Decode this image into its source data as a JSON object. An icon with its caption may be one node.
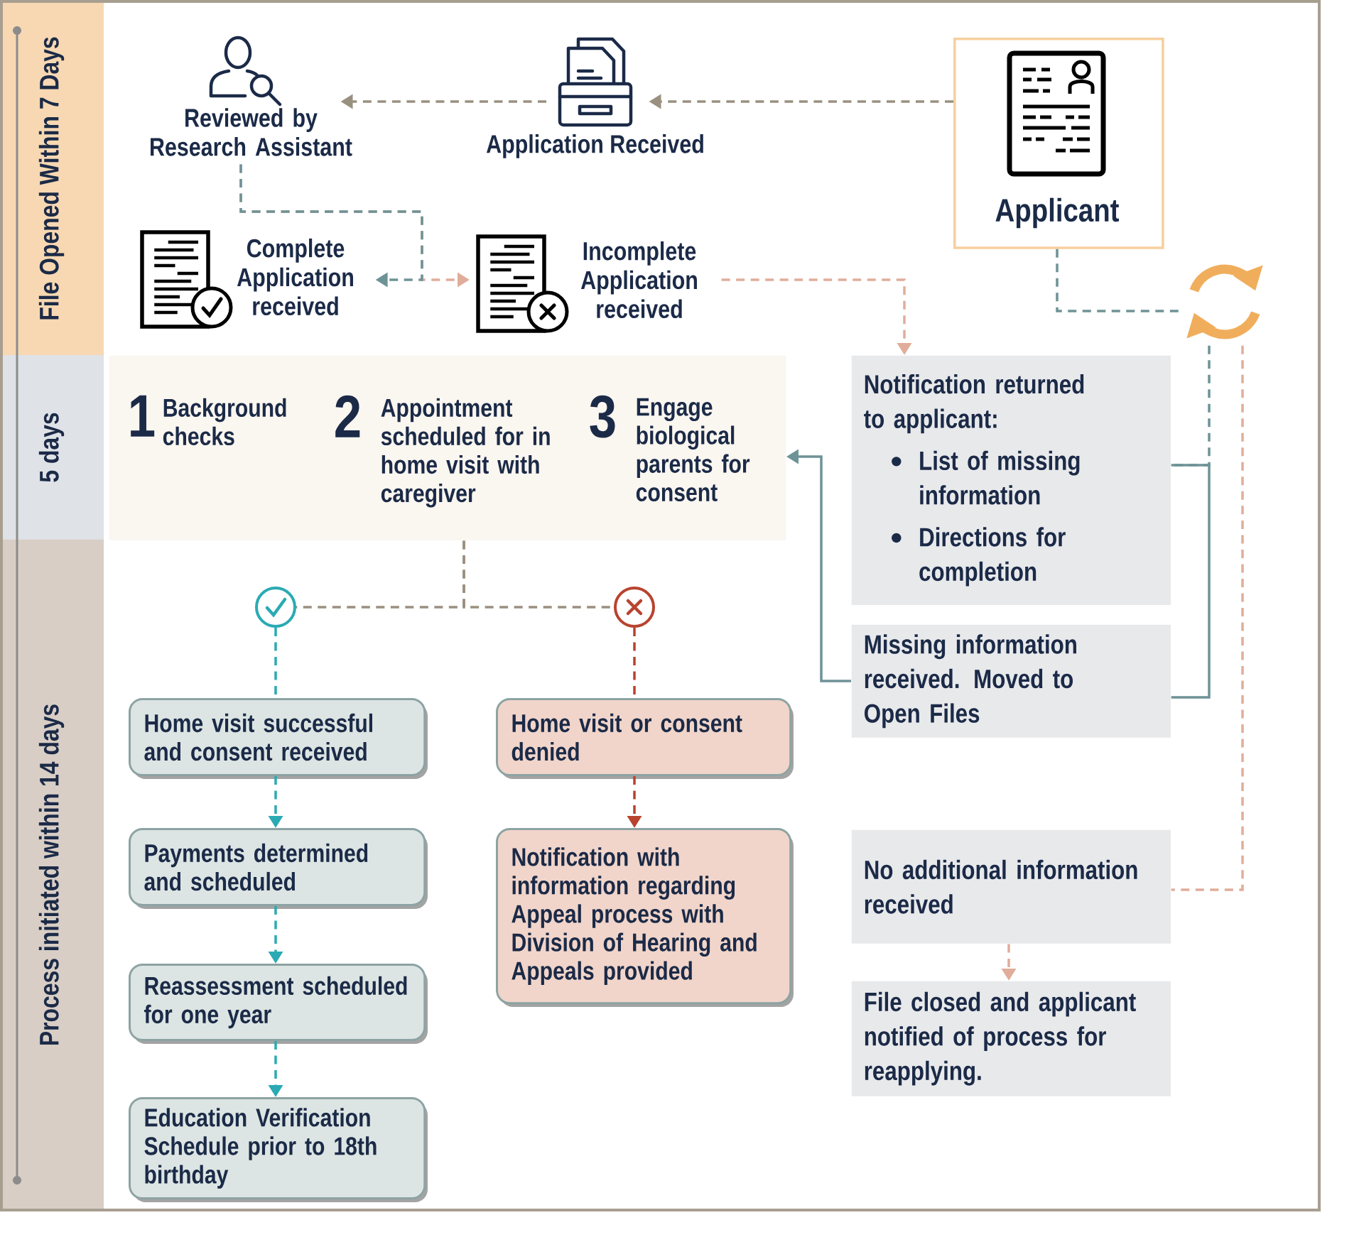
{
  "diagram": {
    "nodes": [
      {
        "text": [
          "File Opened Within 7 Days"
        ]
      },
      {
        "text": [
          "5 days"
        ]
      },
      {
        "text": [
          "Process initiated within 14 days"
        ]
      },
      {
        "text": [
          "Reviewed by Research Assistant"
        ]
      },
      {
        "text": [
          "Application Received"
        ]
      },
      {
        "text": [
          "Applicant"
        ]
      },
      {
        "text": [
          "Complete Application received"
        ]
      },
      {
        "text": [
          "Incomplete Application received"
        ]
      },
      {
        "text": [],
        "shape": "picture"
      },
      {
        "text": [],
        "shape": "box"
      },
      {
        "text": [
          "1",
          "Background checks"
        ],
        "in": 9
      },
      {
        "text": [
          "2",
          "Appointment scheduled for in home visit with caregiver"
        ],
        "in": 9
      },
      {
        "text": [
          "3",
          "Engage biological parents for consent"
        ],
        "in": 9
      },
      {
        "text": [
          "Notification returned to applicant:",
          "List of missing information",
          "Directions for completion"
        ]
      },
      {
        "text": [
          "Missing information received. Moved to Open Files"
        ]
      },
      {
        "text": [],
        "shape": "circle"
      },
      {
        "text": [],
        "shape": "circle"
      },
      {
        "text": [
          "Home visit successful and consent received"
        ]
      },
      {
        "text": [
          "Home visit or consent denied"
        ]
      },
      {
        "text": [
          "Payments determined and scheduled"
        ]
      },
      {
        "text": [
          "Notification with information regarding Appeal process with Division of Hearing and Appeals provided"
        ]
      },
      {
        "text": [
          "No additional information received"
        ]
      },
      {
        "text": [
          "Reassessment scheduled for one year"
        ]
      },
      {
        "text": [
          "File closed and applicant notified of process for reapplying."
        ]
      },
      {
        "text": [
          "Education Verification Schedule prior to 18th birthday"
        ]
      }
    ],
    "edges": [
      {
        "from": 5,
        "to": 4,
        "arrow": "to",
        "style": "dashed",
        "color": "#9a907f"
      },
      {
        "from": 4,
        "to": 3,
        "arrow": "to",
        "style": "dashed",
        "color": "#9a907f"
      },
      {
        "from": 3,
        "to": 6,
        "arrow": "to",
        "style": "dashed",
        "color": "#6e9396"
      },
      {
        "from": 3,
        "to": 7,
        "arrow": "to",
        "style": "dashed",
        "color": "#e0ad9a"
      },
      {
        "from": 7,
        "to": 13,
        "arrow": "to",
        "style": "dashed",
        "color": "#e0ad9a"
      },
      {
        "from": 5,
        "to": 8,
        "arrow": "none",
        "style": "dashed",
        "color": "#6e9396"
      },
      {
        "from": 8,
        "to": 13,
        "arrow": "none",
        "style": "dashed",
        "color": "#6e9396"
      },
      {
        "from": 14,
        "to": 13,
        "arrow": "none",
        "color": "#6e9396"
      },
      {
        "from": 14,
        "to": 9,
        "arrow": "to",
        "color": "#6e9396"
      },
      {
        "from": 8,
        "to": 21,
        "arrow": "none",
        "style": "dashed",
        "color": "#e0ad9a"
      },
      {
        "from": 21,
        "to": 23,
        "arrow": "to",
        "style": "dashed",
        "color": "#e0ad9a"
      },
      {
        "from": 9,
        "to": 15,
        "arrow": "none",
        "style": "dashed",
        "color": "#9a907f"
      },
      {
        "from": 9,
        "to": 16,
        "arrow": "none",
        "style": "dashed",
        "color": "#9a907f"
      },
      {
        "from": 15,
        "to": 17,
        "arrow": "none",
        "style": "dashed",
        "color": "#2aaab3"
      },
      {
        "from": 17,
        "to": 19,
        "arrow": "to",
        "style": "dashed",
        "color": "#2aaab3"
      },
      {
        "from": 19,
        "to": 22,
        "arrow": "to",
        "style": "dashed",
        "color": "#2aaab3"
      },
      {
        "from": 22,
        "to": 24,
        "arrow": "to",
        "style": "dashed",
        "color": "#2aaab3"
      },
      {
        "from": 16,
        "to": 18,
        "arrow": "none",
        "style": "dashed",
        "color": "#b8432f"
      },
      {
        "from": 18,
        "to": 20,
        "arrow": "to",
        "style": "dashed",
        "color": "#b8432f"
      }
    ]
  }
}
